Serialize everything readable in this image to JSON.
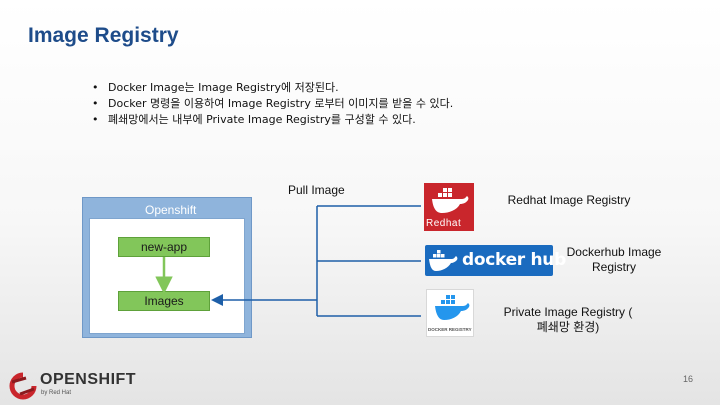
{
  "title": "Image Registry",
  "bullets": [
    "Docker Image는 Image Registry에 저장된다.",
    "Docker 명령을 이용하여 Image Registry 로부터 이미지를 받을 수 있다.",
    "폐쇄망에서는 내부에 Private Image Registry를 구성할 수 있다."
  ],
  "diagram": {
    "pull_label": "Pull Image",
    "openshift_label": "Openshift",
    "new_app_label": "new-app",
    "images_label": "Images",
    "registries": {
      "redhat": {
        "logo_text": "Redhat",
        "label": "Redhat Image Registry"
      },
      "dockerhub": {
        "logo_text": "docker hub",
        "label_line1": "Dockerhub Image",
        "label_line2": "Registry"
      },
      "private": {
        "logo_caption": "DOCKER REGISTRY",
        "label_line1": "Private Image Registry (",
        "label_line2": "폐쇄망 환경)"
      }
    }
  },
  "footer": {
    "brand": "OPENSHIFT",
    "byline": "by Red Hat",
    "page_number": "16"
  },
  "colors": {
    "title": "#1e4c8a",
    "openshift_panel": "#8fb4dc",
    "green_box": "#82c65a",
    "connector": "#1e5fa8",
    "redhat": "#c9262c",
    "dockerhub": "#1a6bbf"
  }
}
